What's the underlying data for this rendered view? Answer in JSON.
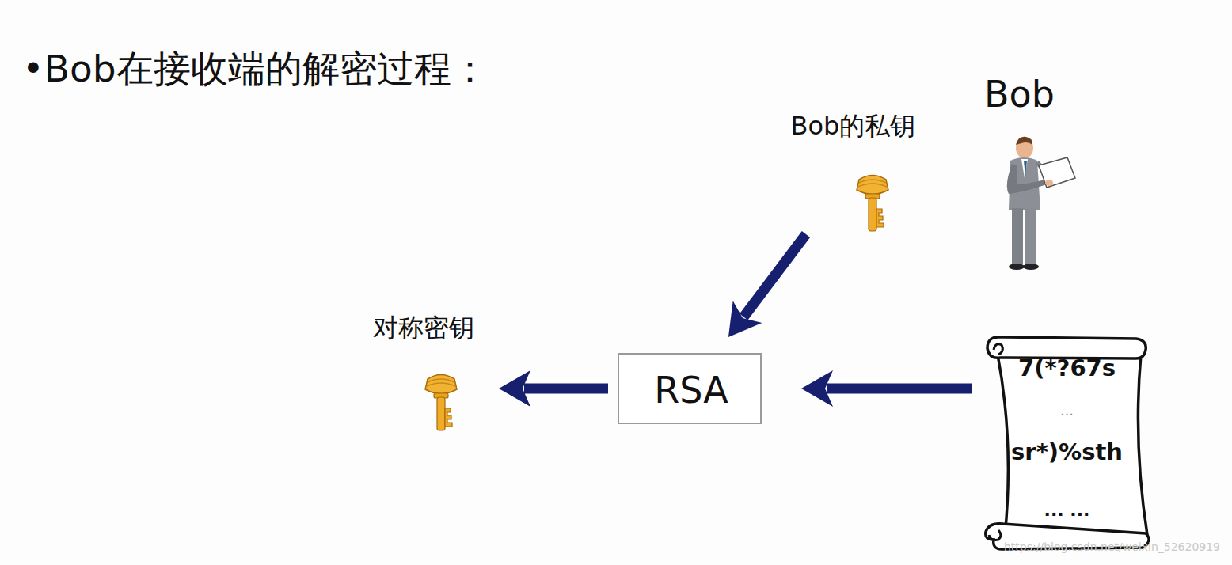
{
  "diagram": {
    "title": "•Bob在接收端的解密过程：",
    "nodes": [
      {
        "text": [
          "Bob的私钥"
        ]
      },
      {
        "text": [
          "对称密钥"
        ]
      },
      {
        "text": [
          "RSA"
        ]
      },
      {
        "text": [
          "7(*?67s",
          "...",
          "sr*)%sth",
          "... ..."
        ]
      }
    ],
    "edges": [
      {
        "from": 0,
        "to": 2,
        "arrow": "to"
      },
      {
        "from": 3,
        "to": 2,
        "arrow": "to"
      },
      {
        "from": 2,
        "to": 1,
        "arrow": "to"
      }
    ],
    "labels": [
      "Bob",
      "https://blog.csdn.net/weixin_52620919"
    ]
  }
}
